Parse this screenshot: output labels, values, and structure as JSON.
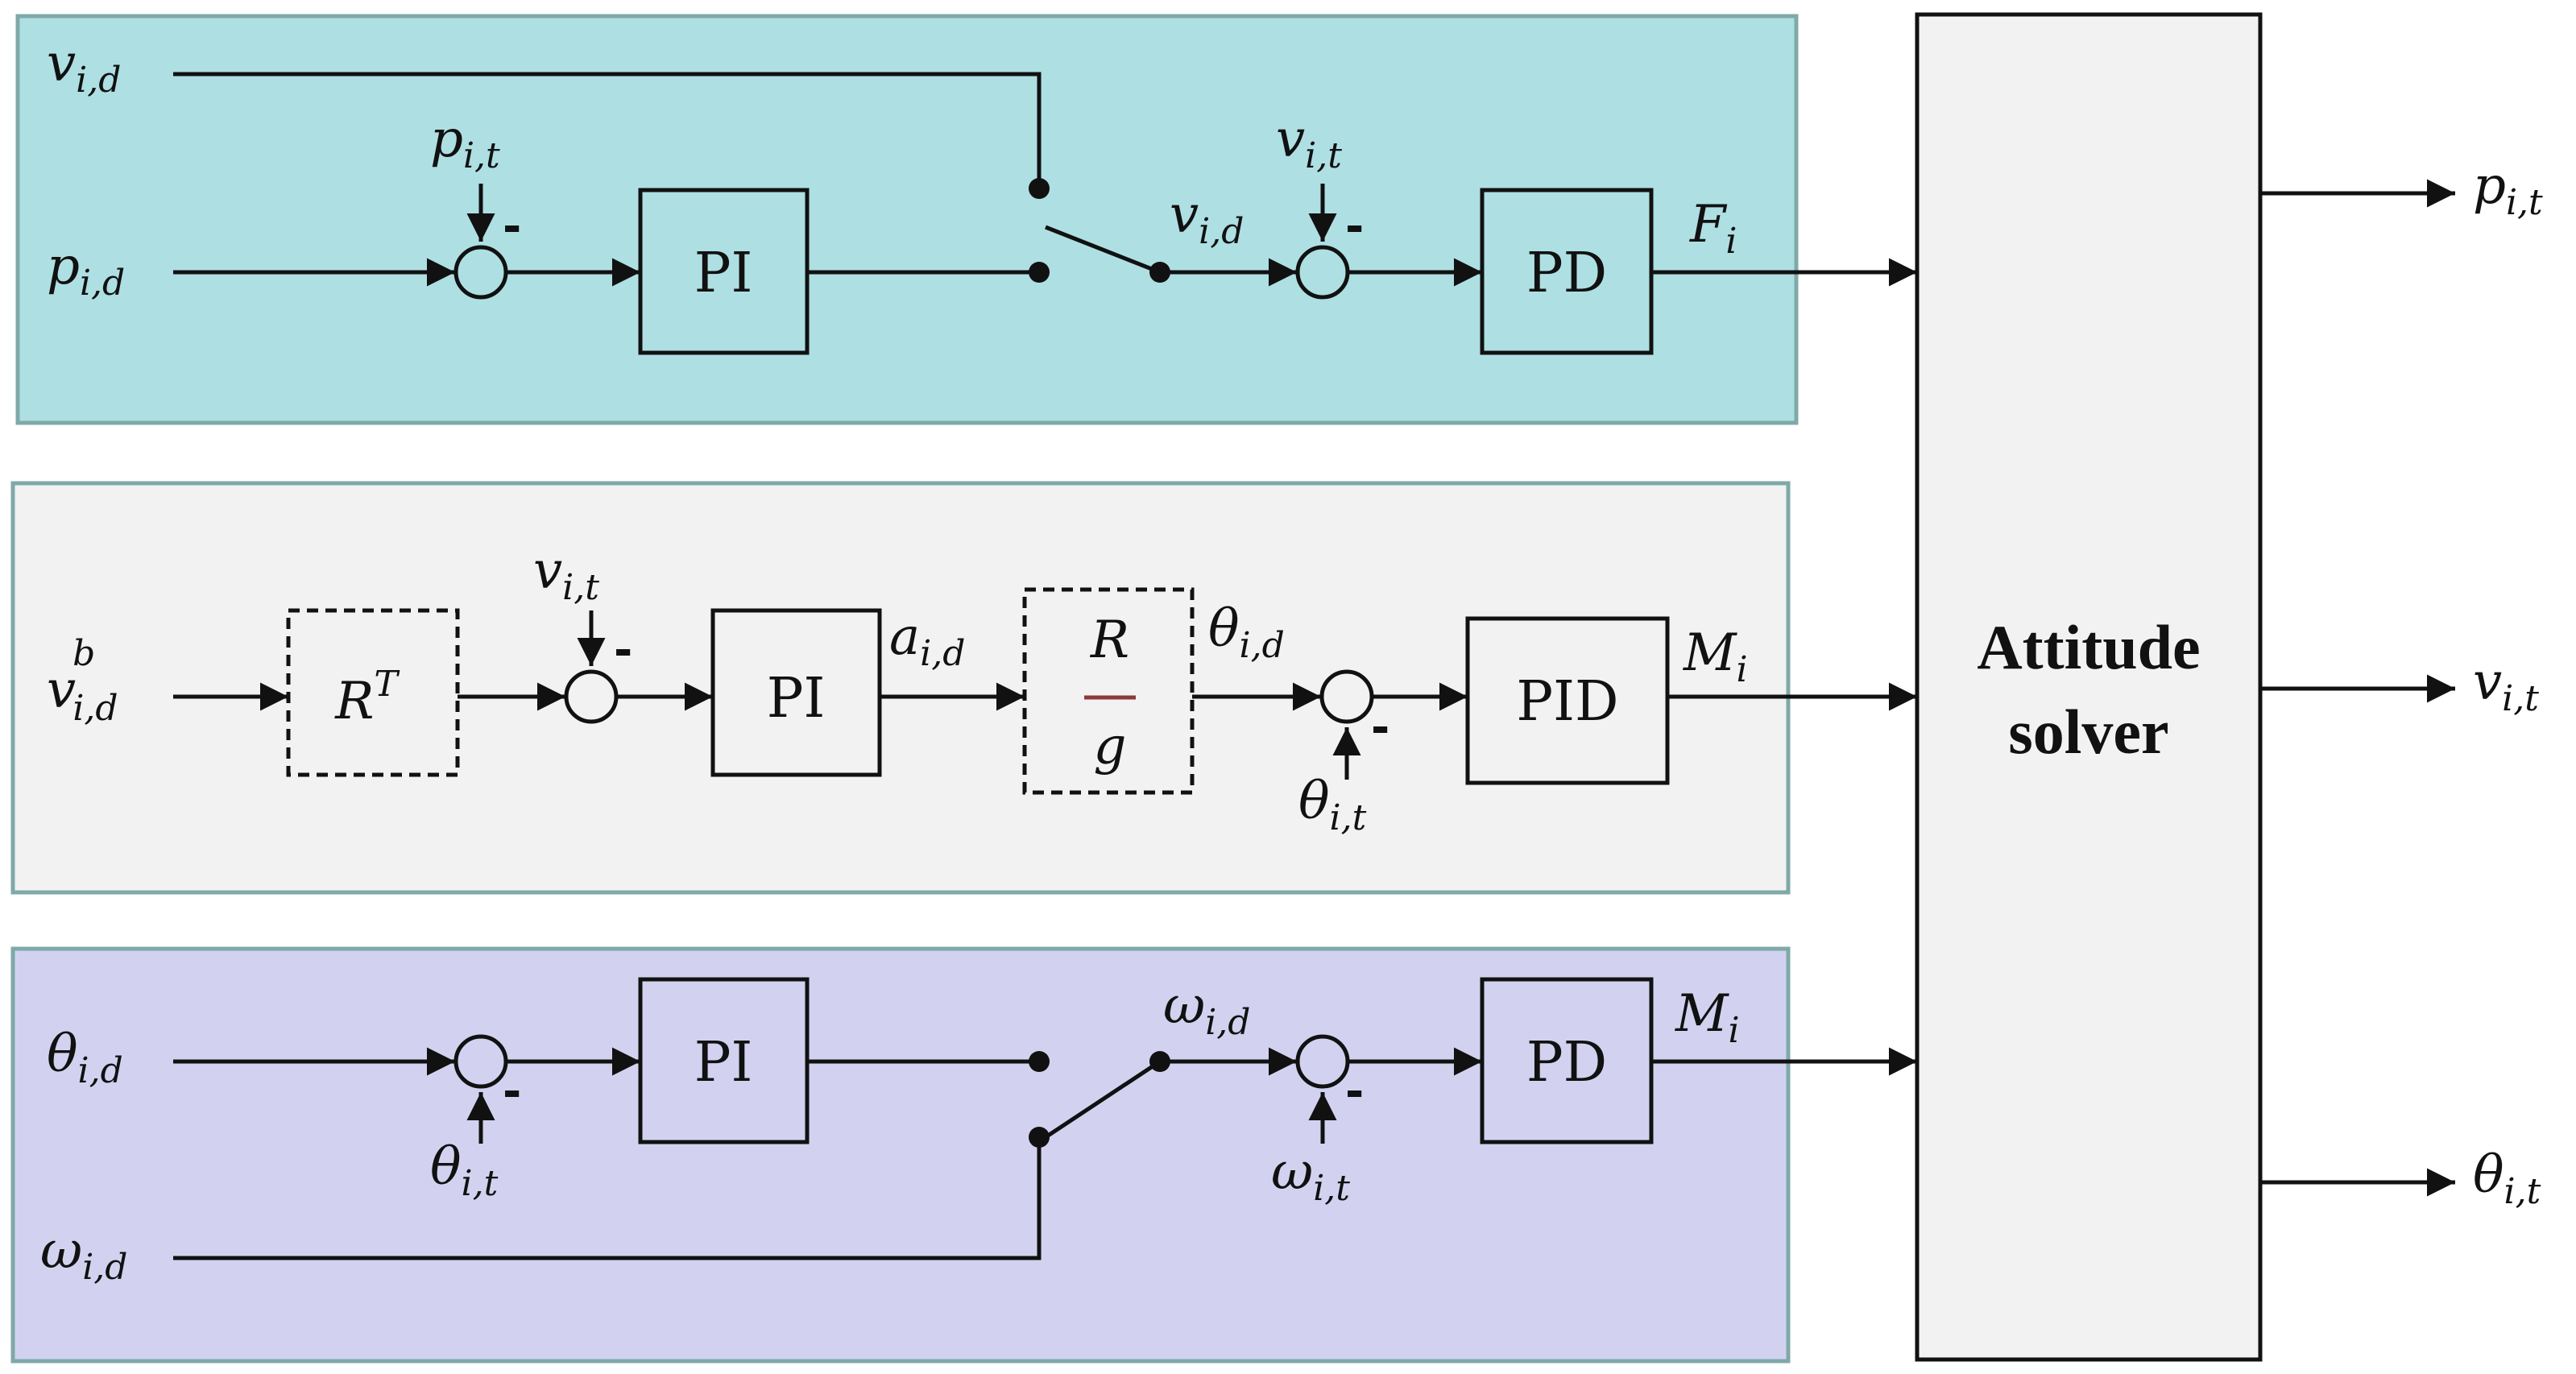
{
  "colors": {
    "position_panel": "#aedfe3",
    "velocity_panel": "#f2f2f2",
    "attitude_panel": "#d2d2f0",
    "panel_border": "#7fa9a8",
    "solver_fill": "#f2f2f2",
    "stroke": "#111111",
    "fraction_bar": "#8b3a3a"
  },
  "blocks": {
    "pi_top": "PI",
    "pd_top": "PD",
    "rt": {
      "base": "R",
      "sup": "T"
    },
    "pi_mid": "PI",
    "rg": {
      "num": "R",
      "den": "g"
    },
    "pid_mid": "PID",
    "pi_bot": "PI",
    "pd_bot": "PD",
    "solver_line1": "Attitude",
    "solver_line2": "solver"
  },
  "signals": {
    "top_vid_in": {
      "base": "v",
      "sub": "i,d"
    },
    "top_pid_in": {
      "base": "p",
      "sub": "i,d"
    },
    "top_pit_fb": {
      "base": "p",
      "sub": "i,t"
    },
    "top_vid_mid": {
      "base": "v",
      "sub": "i,d"
    },
    "top_vit_fb": {
      "base": "v",
      "sub": "i,t"
    },
    "top_out_F": {
      "base": "F",
      "sub": "i"
    },
    "mid_vbid_in": {
      "base": "v",
      "sub": "i,d",
      "sup": "b"
    },
    "mid_vit_fb": {
      "base": "v",
      "sub": "i,t"
    },
    "mid_aid": {
      "base": "a",
      "sub": "i,d"
    },
    "mid_thid": {
      "base": "θ",
      "sub": "i,d"
    },
    "mid_thit_fb": {
      "base": "θ",
      "sub": "i,t"
    },
    "mid_out_M": {
      "base": "M",
      "sub": "i"
    },
    "bot_thid_in": {
      "base": "θ",
      "sub": "i,d"
    },
    "bot_thit_fb": {
      "base": "θ",
      "sub": "i,t"
    },
    "bot_wid_mid": {
      "base": "ω",
      "sub": "i,d"
    },
    "bot_wit_fb": {
      "base": "ω",
      "sub": "i,t"
    },
    "bot_wid_in": {
      "base": "ω",
      "sub": "i,d"
    },
    "bot_out_M": {
      "base": "M",
      "sub": "i"
    },
    "out_pit": {
      "base": "p",
      "sub": "i,t"
    },
    "out_vit": {
      "base": "v",
      "sub": "i,t"
    },
    "out_thit": {
      "base": "θ",
      "sub": "i,t"
    }
  },
  "minus_sign": "-"
}
